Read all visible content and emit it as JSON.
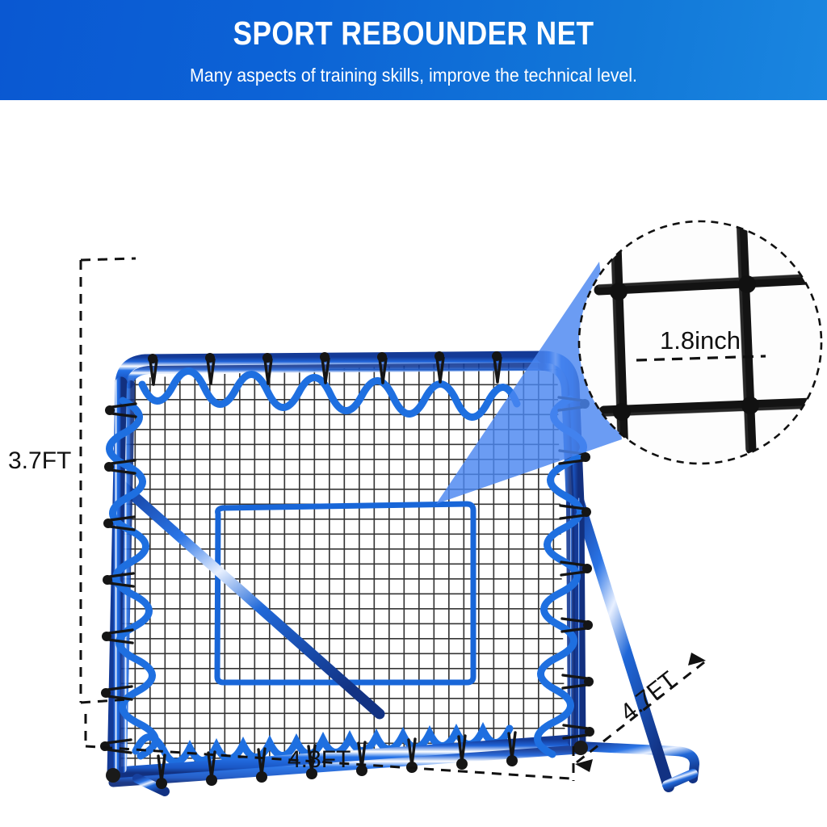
{
  "banner": {
    "title": "SPORT REBOUNDER NET",
    "subtitle": "Many aspects of training skills, improve the technical level.",
    "gradient_from": "#0a58d2",
    "gradient_to": "#1a86e0",
    "text_color": "#ffffff"
  },
  "product": {
    "name": "sport-rebounder-net",
    "frame_color": "#1e6fe0",
    "frame_shadow_color": "#1b3f9e",
    "net_color": "#222222",
    "pointer_color": "#4a86f0"
  },
  "dimensions": {
    "height_label": "3.7FT",
    "width_label": "4.8FT",
    "depth_label": "4.7FT"
  },
  "callout": {
    "mesh_label": "1.8inch",
    "circle_border": "dashed",
    "border_color": "#111111"
  }
}
